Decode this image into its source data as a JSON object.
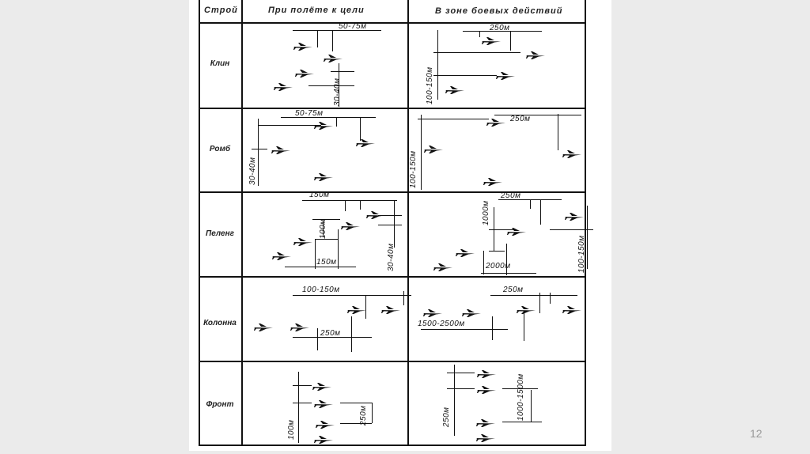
{
  "table": {
    "headers": [
      "Строй",
      "При полёте к цели",
      "В зоне боевых действий"
    ],
    "rows": [
      {
        "name": "Клин",
        "to_target": [
          "50-75м",
          "30-40м"
        ],
        "combat": [
          "250м",
          "100-150м"
        ]
      },
      {
        "name": "Ромб",
        "to_target": [
          "50-75м",
          "30-40м"
        ],
        "combat": [
          "250м",
          "100-150м"
        ]
      },
      {
        "name": "Пеленг",
        "to_target": [
          "150м",
          "100м",
          "150м",
          "30-40м"
        ],
        "combat": [
          "250м",
          "1000м",
          "2000м",
          "100-150м"
        ]
      },
      {
        "name": "Колонна",
        "to_target": [
          "100-150м",
          "250м"
        ],
        "combat": [
          "250м",
          "1500-2500м"
        ]
      },
      {
        "name": "Фронт",
        "to_target": [
          "100м",
          "250м"
        ],
        "combat": [
          "250м",
          "1000-1500м"
        ]
      }
    ]
  },
  "page_number": "12",
  "colors": {
    "background": "#ebebeb",
    "ink": "#111111",
    "page_number": "#9a9a9a"
  }
}
